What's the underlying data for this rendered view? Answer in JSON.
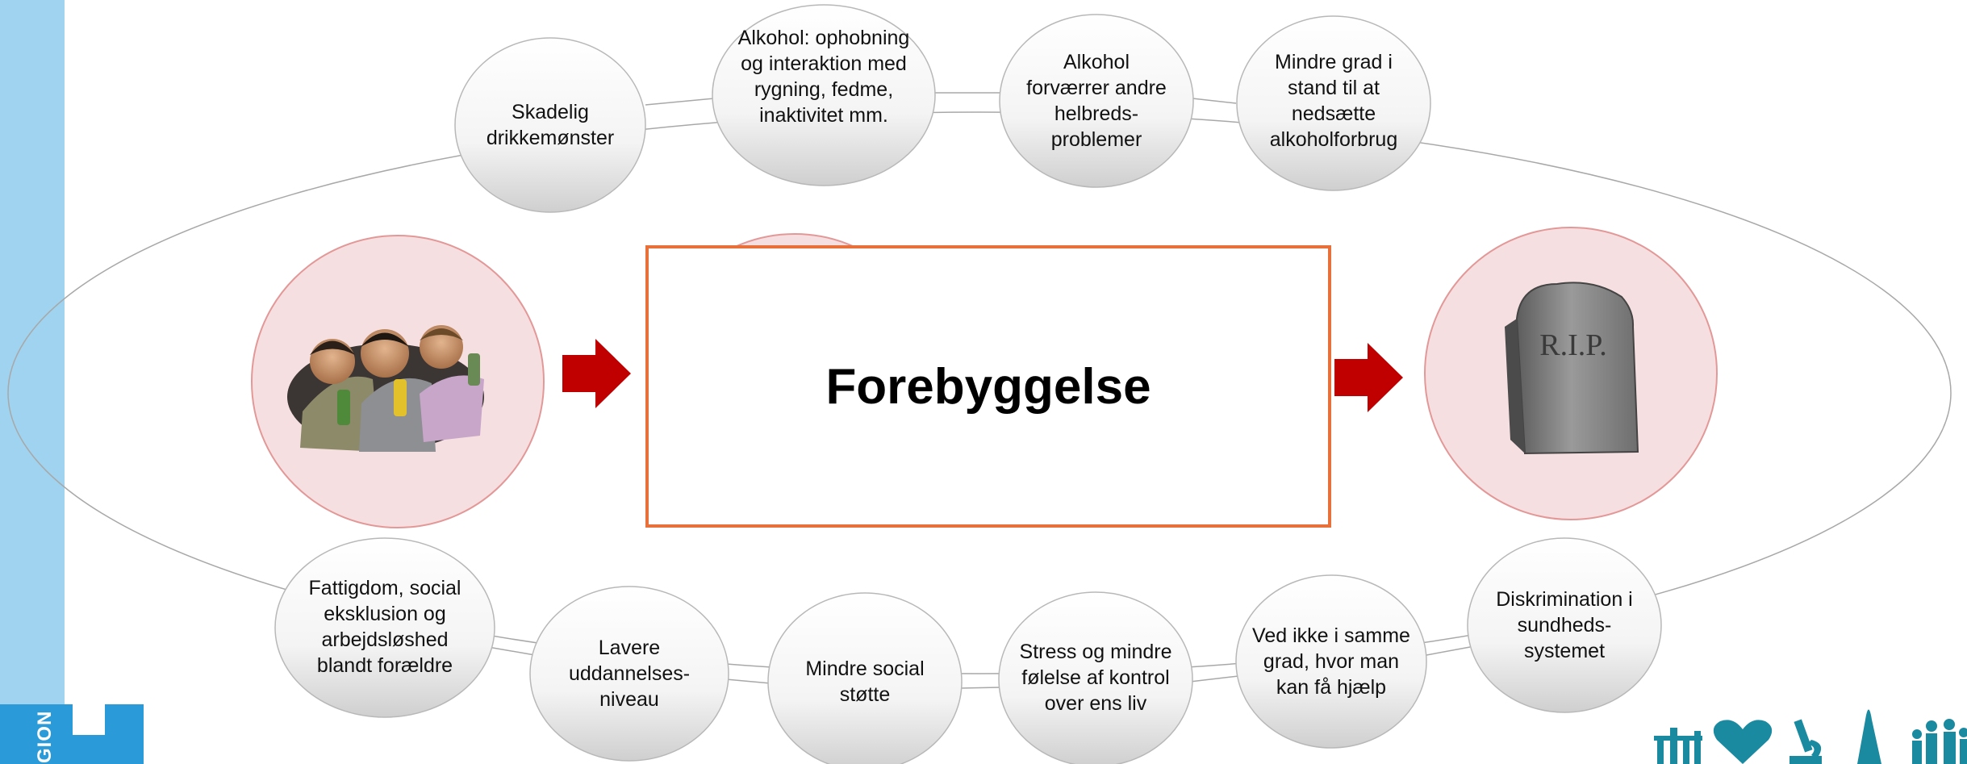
{
  "center": {
    "title": "Forebyggelse"
  },
  "logo": {
    "text": "GION"
  },
  "colors": {
    "sidebar": "#9fd3ef",
    "logo_blue": "#2a9ad8",
    "box_border": "#e8703a",
    "arrow": "#c00000",
    "pink_circle": "#f6dfe0",
    "teal_icons": "#1a8aa0"
  },
  "start_circle": {
    "icon": "drinking-teenagers-photo"
  },
  "end_circle": {
    "icon": "rip-gravestone",
    "label": "R.I.P."
  },
  "top_bubbles": [
    {
      "label": "Skadelig drikkemønster"
    },
    {
      "label": "Alkohol: ophobning og interaktion med rygning, fedme, inaktivitet mm."
    },
    {
      "label": "Alkohol forværrer andre helbreds-problemer"
    },
    {
      "label": "Mindre grad i stand til at nedsætte alkoholforbrug"
    }
  ],
  "bottom_bubbles": [
    {
      "label": "Fattigdom, social eksklusion og arbejdsløshed blandt forældre"
    },
    {
      "label": "Lavere uddannelses-niveau"
    },
    {
      "label": "Mindre social støtte"
    },
    {
      "label": "Stress og mindre følelse af kontrol over ens liv"
    },
    {
      "label": "Ved ikke i samme grad, hvor man kan få hjælp"
    },
    {
      "label": "Diskrimination i sundheds-systemet"
    }
  ]
}
